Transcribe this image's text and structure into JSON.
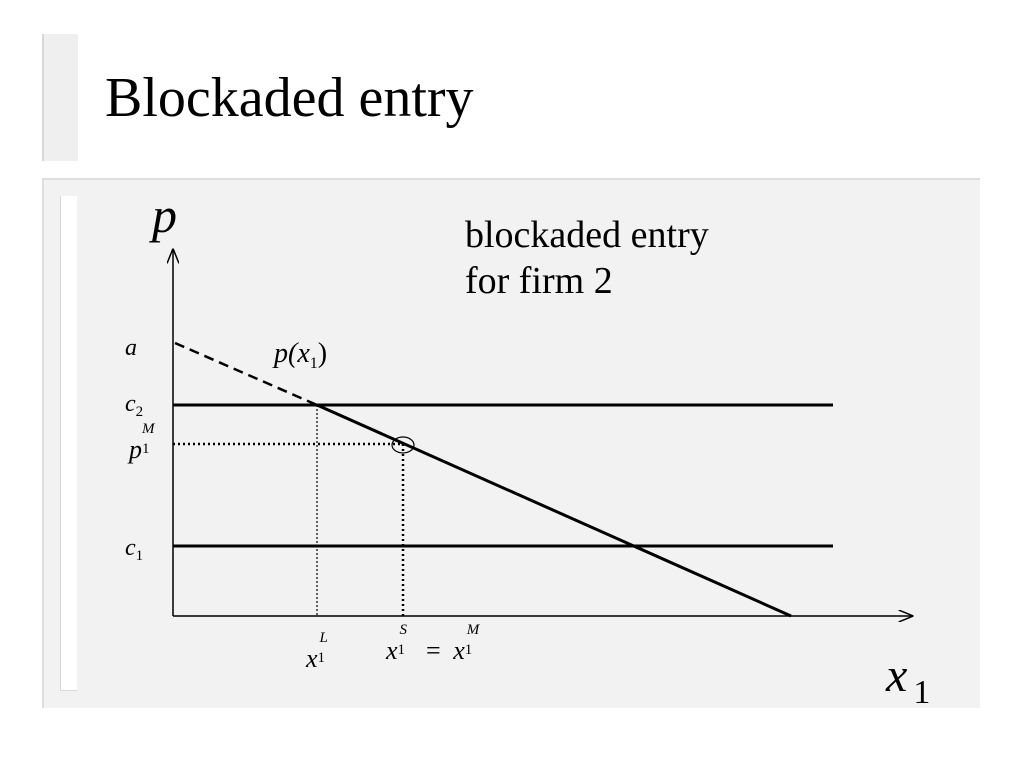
{
  "slide": {
    "title": "Blockaded entry",
    "note_line1": "blockaded entry",
    "note_line2": "for firm 2"
  },
  "axes": {
    "y_label": "p",
    "x_label": "x",
    "x_label_sub": "1"
  },
  "labels": {
    "a": "a",
    "c2": "c",
    "c2_sub": "2",
    "p1M": "p",
    "p1M_sub": "1",
    "p1M_sup": "M",
    "c1": "c",
    "c1_sub": "1",
    "demand": "p(x",
    "demand_sub": "1",
    "demand_close": ")",
    "xL": "x",
    "xL_sub": "1",
    "xL_sup": "L",
    "xS": "x",
    "xS_sub": "1",
    "xS_sup": "S",
    "eq": "=",
    "xM": "x",
    "xM_sub": "1",
    "xM_sup": "M"
  }
}
